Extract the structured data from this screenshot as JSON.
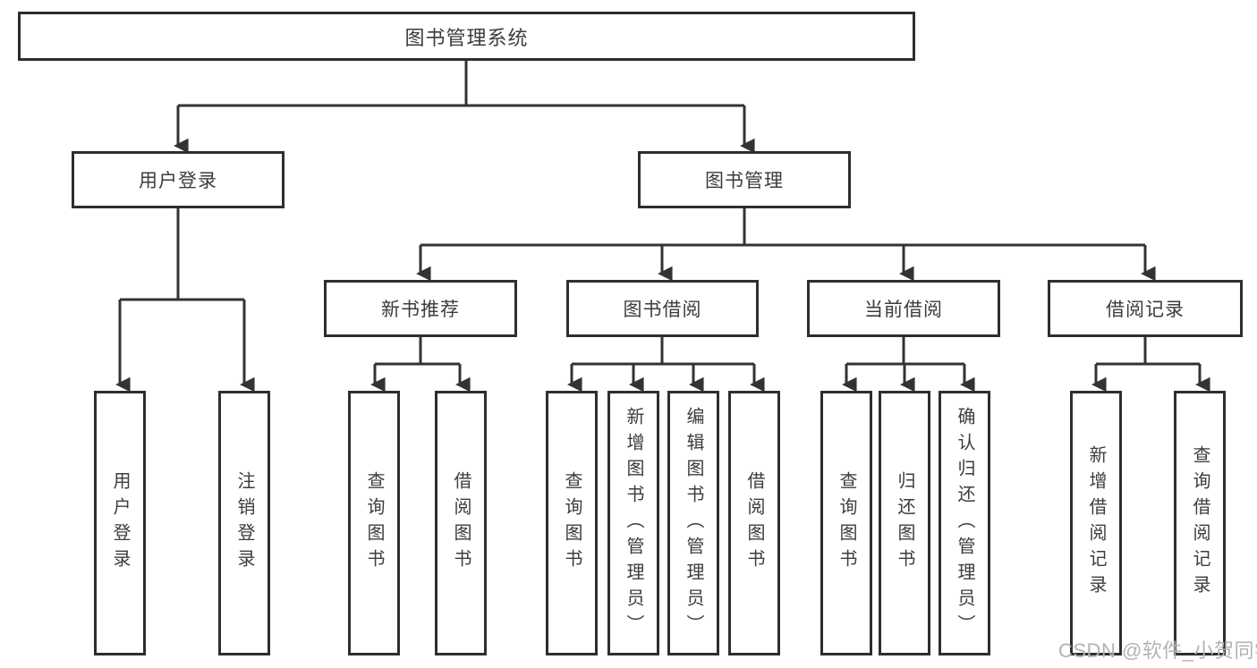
{
  "tree": {
    "label": "图书管理系统",
    "children": [
      {
        "label": "用户登录",
        "children": [
          {
            "label": "用户登录"
          },
          {
            "label": "注销登录"
          }
        ]
      },
      {
        "label": "图书管理",
        "children": [
          {
            "label": "新书推荐",
            "children": [
              {
                "label": "查询图书"
              },
              {
                "label": "借阅图书"
              }
            ]
          },
          {
            "label": "图书借阅",
            "children": [
              {
                "label": "查询图书"
              },
              {
                "label": "新增图书（管理员）"
              },
              {
                "label": "编辑图书（管理员）"
              },
              {
                "label": "借阅图书"
              }
            ]
          },
          {
            "label": "当前借阅",
            "children": [
              {
                "label": "查询图书"
              },
              {
                "label": "归还图书"
              },
              {
                "label": "确认归还（管理员）"
              }
            ]
          },
          {
            "label": "借阅记录",
            "children": [
              {
                "label": "新增借阅记录"
              },
              {
                "label": "查询借阅记录"
              }
            ]
          }
        ]
      }
    ]
  },
  "watermark": {
    "text": "CSDN @软件_小贺同学"
  },
  "colors": {
    "line": "#333333",
    "border": "#2e2e2e",
    "text": "#3c3c3c",
    "watermark": "#b3b3b3",
    "background": "#ffffff"
  }
}
